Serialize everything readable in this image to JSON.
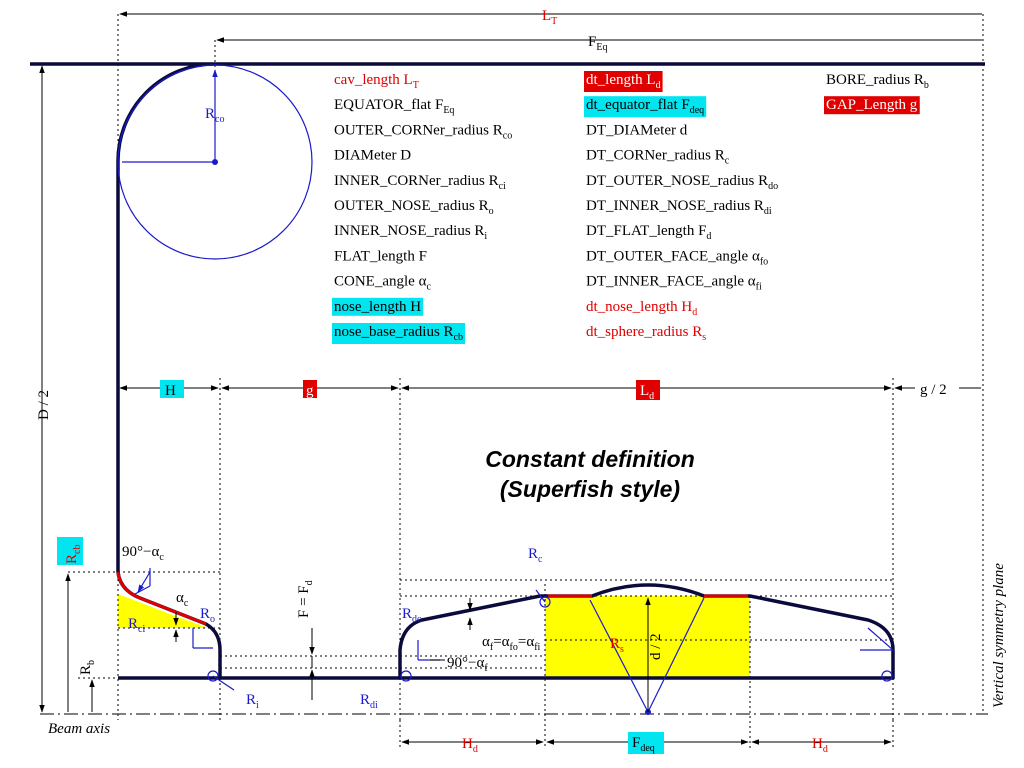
{
  "colors": {
    "accent_red": "#e00000",
    "accent_cyan": "#00e5f0",
    "highlight_yellow": "#ffff00",
    "geometry_blue": "#1a1acc",
    "outline_dark": "#0a0a3c"
  },
  "title": {
    "line1": "Constant definition",
    "line2": "(Superfish style)"
  },
  "dimensions": {
    "lt": "L",
    "lt_sub": "T",
    "feq": "F",
    "feq_sub": "Eq",
    "d2": "D / 2",
    "h": "H",
    "g": "g",
    "ld": "L",
    "ld_sub": "d",
    "g2": "g / 2",
    "hd_left": "H",
    "hd_left_sub": "d",
    "hd_right": "H",
    "hd_right_sub": "d",
    "fdeq": "F",
    "fdeq_sub": "deq",
    "rcb": "R",
    "rcb_sub": "cb",
    "rb": "R",
    "rb_sub": "b",
    "ffd": "F = F",
    "ffd_sub": "d",
    "d_half": "d / 2",
    "beam_axis": "Beam axis",
    "symmetry_plane": "Vertical symmetry plane"
  },
  "geometry_labels": {
    "rco": "R",
    "rco_sub": "co",
    "angle1": "90°−α",
    "angle1_sub": "c",
    "alpha_c": "α",
    "alpha_c_sub": "c",
    "rci": "R",
    "rci_sub": "ci",
    "ro": "R",
    "ro_sub": "o",
    "ri": "R",
    "ri_sub": "i",
    "rc": "R",
    "rc_sub": "c",
    "rdo": "R",
    "rdo_sub": "do",
    "alpha_f": "α",
    "alpha_f_sub1": "f",
    "alpha_f_eq1": "=α",
    "alpha_f_sub2": "fo",
    "alpha_f_eq2": "=α",
    "alpha_f_sub3": "fi",
    "angle2": "90°−α",
    "angle2_sub": "f",
    "rs": "R",
    "rs_sub": "s",
    "rdi": "R",
    "rdi_sub": "di"
  },
  "legend": {
    "col1": [
      {
        "main": "cav_length  L",
        "sub": "T",
        "style": "red"
      },
      {
        "main": "EQUATOR_flat F",
        "sub": "Eq",
        "style": "plain"
      },
      {
        "main": "OUTER_CORNer_radius R",
        "sub": "co",
        "style": "plain"
      },
      {
        "main": "DIAMeter D",
        "sub": "",
        "style": "plain"
      },
      {
        "main": "INNER_CORNer_radius R",
        "sub": "ci",
        "style": "plain"
      },
      {
        "main": "OUTER_NOSE_radius R",
        "sub": "o",
        "style": "plain"
      },
      {
        "main": "INNER_NOSE_radius R",
        "sub": "i",
        "style": "plain"
      },
      {
        "main": "FLAT_length F",
        "sub": "",
        "style": "plain"
      },
      {
        "main": "CONE_angle α",
        "sub": "c",
        "style": "plain"
      },
      {
        "main": "nose_length H",
        "sub": "",
        "style": "cyan"
      },
      {
        "main": "nose_base_radius R",
        "sub": "cb",
        "style": "cyan"
      }
    ],
    "col2": [
      {
        "main": "dt_length  L",
        "sub": "d",
        "style": "redbox"
      },
      {
        "main": "dt_equator_flat F",
        "sub": "deq",
        "style": "cyan"
      },
      {
        "main": "DT_DIAMeter d",
        "sub": "",
        "style": "plain"
      },
      {
        "main": "DT_CORNer_radius R",
        "sub": "c",
        "style": "plain"
      },
      {
        "main": "DT_OUTER_NOSE_radius R",
        "sub": "do",
        "style": "plain"
      },
      {
        "main": "DT_INNER_NOSE_radius R",
        "sub": "di",
        "style": "plain"
      },
      {
        "main": "DT_FLAT_length F",
        "sub": "d",
        "style": "plain"
      },
      {
        "main": "DT_OUTER_FACE_angle α",
        "sub": "fo",
        "style": "plain"
      },
      {
        "main": "DT_INNER_FACE_angle α",
        "sub": "fi",
        "style": "plain"
      },
      {
        "main": "dt_nose_length H",
        "sub": "d",
        "style": "red"
      },
      {
        "main": "dt_sphere_radius R",
        "sub": "s",
        "style": "red"
      }
    ],
    "col3": [
      {
        "main": "BORE_radius R",
        "sub": "b",
        "style": "plain"
      },
      {
        "main": "GAP_Length g",
        "sub": "",
        "style": "redbox"
      }
    ]
  }
}
